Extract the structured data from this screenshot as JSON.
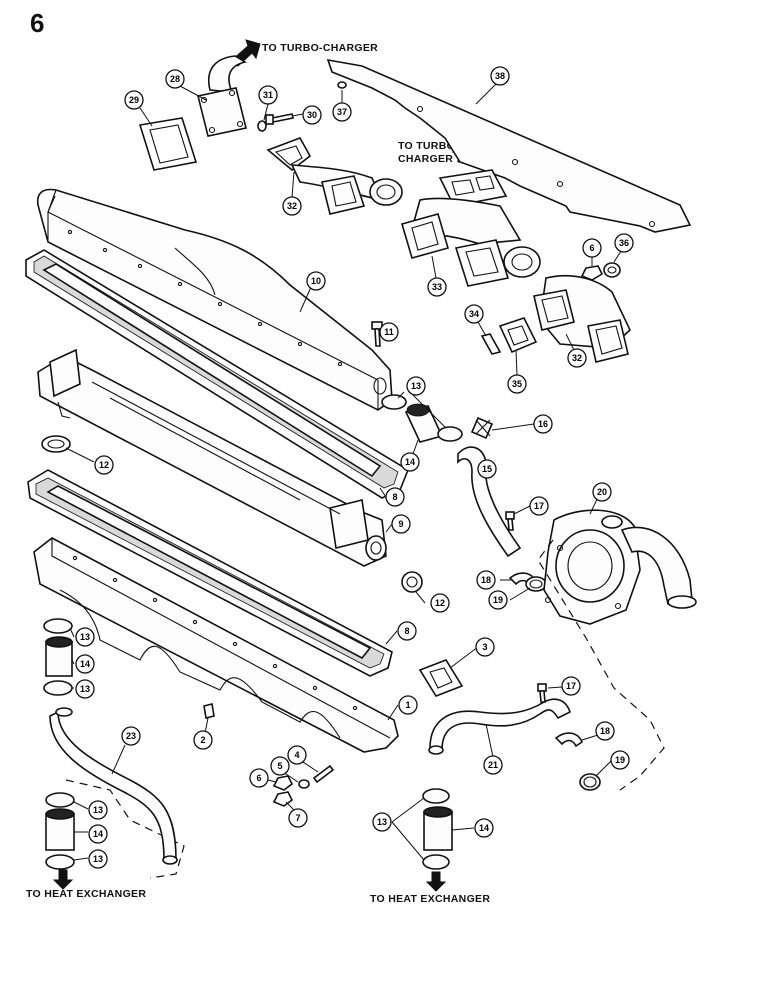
{
  "page": {
    "number": "6"
  },
  "labels": {
    "to_turbo_top": "TO TURBO-CHARGER",
    "to_turbo_mid": "TO TURBO-\nCHARGER",
    "to_heat_left": "TO HEAT EXCHANGER",
    "to_heat_right": "TO HEAT EXCHANGER"
  },
  "callouts": [
    {
      "id": "c28",
      "num": "28"
    },
    {
      "id": "c29",
      "num": "29"
    },
    {
      "id": "c31",
      "num": "31"
    },
    {
      "id": "c30",
      "num": "30"
    },
    {
      "id": "c37",
      "num": "37"
    },
    {
      "id": "c38",
      "num": "38"
    },
    {
      "id": "c32a",
      "num": "32"
    },
    {
      "id": "c33",
      "num": "33"
    },
    {
      "id": "c6a",
      "num": "6"
    },
    {
      "id": "c36",
      "num": "36"
    },
    {
      "id": "c10",
      "num": "10"
    },
    {
      "id": "c11",
      "num": "11"
    },
    {
      "id": "c34",
      "num": "34"
    },
    {
      "id": "c35",
      "num": "35"
    },
    {
      "id": "c32b",
      "num": "32"
    },
    {
      "id": "c13a",
      "num": "13"
    },
    {
      "id": "c16",
      "num": "16"
    },
    {
      "id": "c14a",
      "num": "14"
    },
    {
      "id": "c15",
      "num": "15"
    },
    {
      "id": "c12a",
      "num": "12"
    },
    {
      "id": "c8a",
      "num": "8"
    },
    {
      "id": "c9",
      "num": "9"
    },
    {
      "id": "c17a",
      "num": "17"
    },
    {
      "id": "c20",
      "num": "20"
    },
    {
      "id": "c18a",
      "num": "18"
    },
    {
      "id": "c19a",
      "num": "19"
    },
    {
      "id": "c12b",
      "num": "12"
    },
    {
      "id": "c8b",
      "num": "8"
    },
    {
      "id": "c13b",
      "num": "13"
    },
    {
      "id": "c14b",
      "num": "14"
    },
    {
      "id": "c13c",
      "num": "13"
    },
    {
      "id": "c3",
      "num": "3"
    },
    {
      "id": "c1",
      "num": "1"
    },
    {
      "id": "c23",
      "num": "23"
    },
    {
      "id": "c2",
      "num": "2"
    },
    {
      "id": "c17b",
      "num": "17"
    },
    {
      "id": "c21",
      "num": "21"
    },
    {
      "id": "c4",
      "num": "4"
    },
    {
      "id": "c5",
      "num": "5"
    },
    {
      "id": "c6b",
      "num": "6"
    },
    {
      "id": "c7",
      "num": "7"
    },
    {
      "id": "c18b",
      "num": "18"
    },
    {
      "id": "c19b",
      "num": "19"
    },
    {
      "id": "c13d",
      "num": "13"
    },
    {
      "id": "c14c",
      "num": "14"
    },
    {
      "id": "c13e",
      "num": "13"
    },
    {
      "id": "c13f",
      "num": "13"
    },
    {
      "id": "c14d",
      "num": "14"
    }
  ]
}
